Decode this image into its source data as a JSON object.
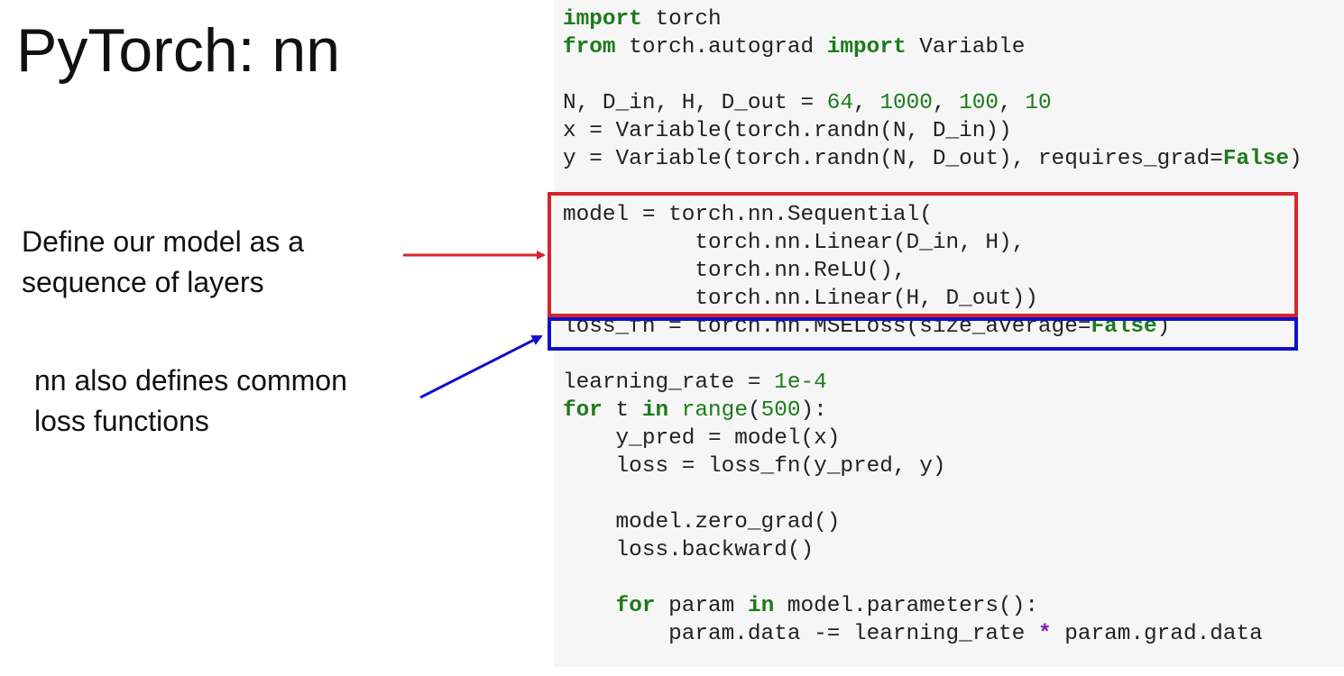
{
  "slide": {
    "title": "PyTorch: nn",
    "annotations": [
      {
        "lines": [
          "Define our model as a",
          "sequence of layers"
        ]
      },
      {
        "lines": [
          "nn also defines common",
          "loss functions"
        ]
      }
    ]
  },
  "code": {
    "lines": [
      "import torch",
      "from torch.autograd import Variable",
      "",
      "N, D_in, H, D_out = 64, 1000, 100, 10",
      "x = Variable(torch.randn(N, D_in))",
      "y = Variable(torch.randn(N, D_out), requires_grad=False)",
      "",
      "model = torch.nn.Sequential(",
      "          torch.nn.Linear(D_in, H),",
      "          torch.nn.ReLU(),",
      "          torch.nn.Linear(H, D_out))",
      "loss_fn = torch.nn.MSELoss(size_average=False)",
      "",
      "learning_rate = 1e-4",
      "for t in range(500):",
      "    y_pred = model(x)",
      "    loss = loss_fn(y_pred, y)",
      "",
      "    model.zero_grad()",
      "    loss.backward()",
      "",
      "    for param in model.parameters():",
      "        param.data -= learning_rate * param.grad.data"
    ]
  },
  "highlights": {
    "model_box_color": "#d6262b",
    "loss_box_color": "#1010cc"
  },
  "colors": {
    "keyword": "#1d7a1d",
    "operator": "#7a1fa8",
    "code_background": "#f6f6f6"
  }
}
